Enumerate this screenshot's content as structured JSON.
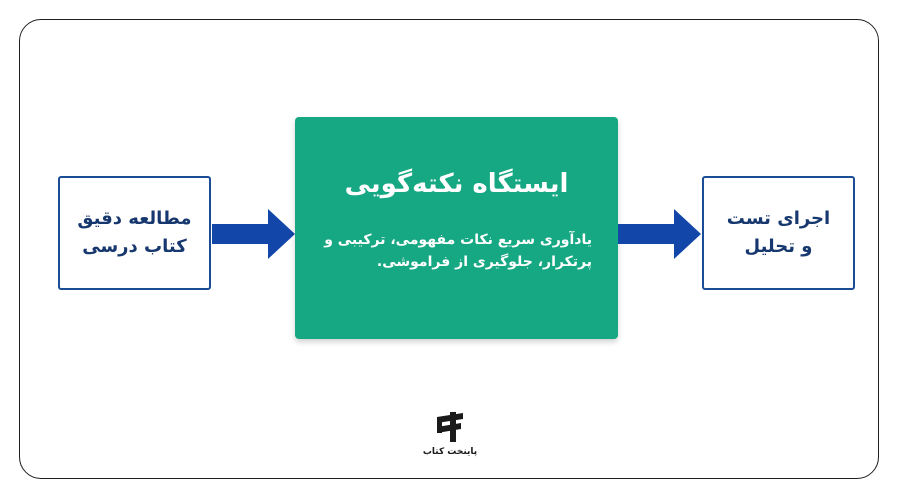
{
  "diagram": {
    "left_box": {
      "text": "مطالعه دقیق\nکتاب درسی"
    },
    "center_box": {
      "title": "ایستگاه نکته‌گویی",
      "description": "یادآوری سریع نکات مفهومی، ترکیبی و پرتکرار، جلوگیری از فراموشی."
    },
    "right_box": {
      "text": "اجرای تست\nو تحلیل"
    }
  },
  "colors": {
    "box_border": "#1b4d97",
    "box_text": "#17386e",
    "center_fill": "#16a883",
    "arrow": "#1246a8"
  },
  "logo": {
    "text": "پاینخت کتاب"
  }
}
